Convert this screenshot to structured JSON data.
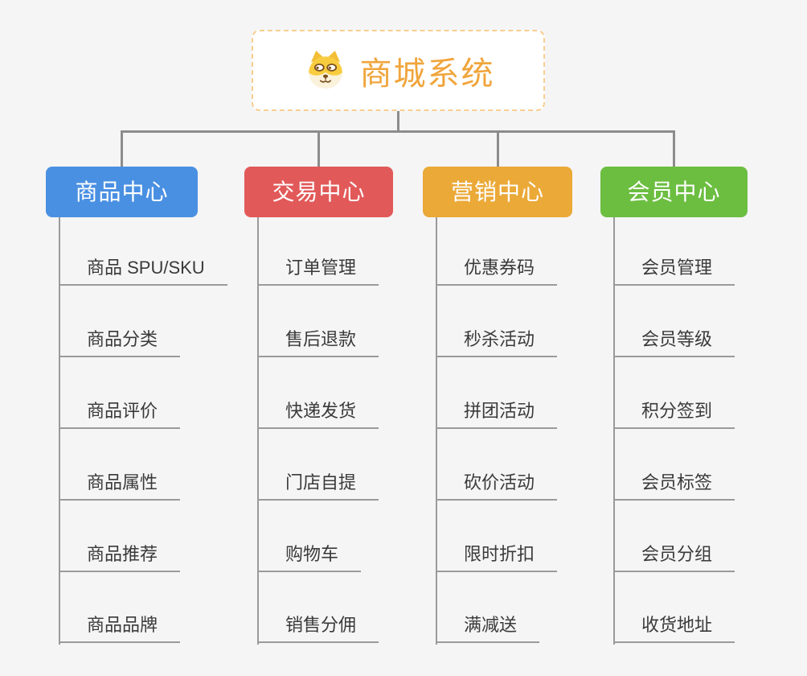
{
  "root": {
    "title": "商城系统",
    "icon": "dog-face"
  },
  "branches": [
    {
      "label": "商品中心",
      "color": "#4A90E2",
      "items": [
        "商品 SPU/SKU",
        "商品分类",
        "商品评价",
        "商品属性",
        "商品推荐",
        "商品品牌"
      ]
    },
    {
      "label": "交易中心",
      "color": "#E25959",
      "items": [
        "订单管理",
        "售后退款",
        "快递发货",
        "门店自提",
        "购物车",
        "销售分佣"
      ]
    },
    {
      "label": "营销中心",
      "color": "#EBA938",
      "items": [
        "优惠券码",
        "秒杀活动",
        "拼团活动",
        "砍价活动",
        "限时折扣",
        "满减送"
      ]
    },
    {
      "label": "会员中心",
      "color": "#6CBE41",
      "items": [
        "会员管理",
        "会员等级",
        "积分签到",
        "会员标签",
        "会员分组",
        "收货地址"
      ]
    }
  ],
  "colors": {
    "background": "#F5F5F5",
    "connector": "#8C8C8C",
    "underline": "#9A9A9A",
    "title_text": "#F0A53C",
    "root_border": "#F7CE92",
    "item_text": "#3A3A3A"
  }
}
